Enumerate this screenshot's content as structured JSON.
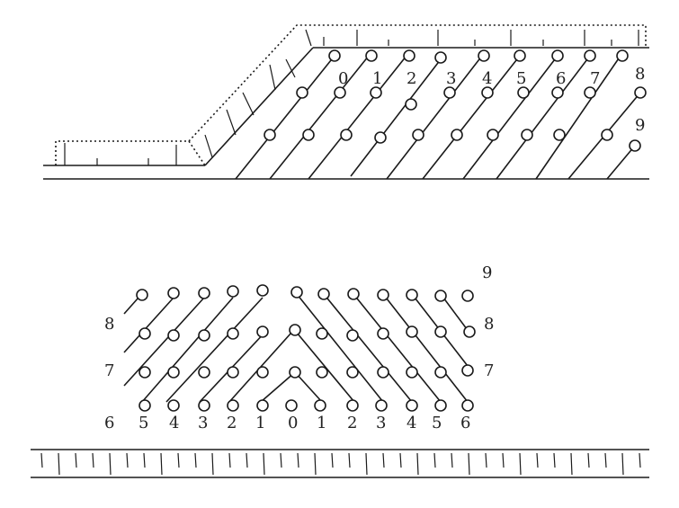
{
  "top_diagram": {
    "row_labels": [
      "0",
      "1",
      "2",
      "3",
      "4",
      "5",
      "6",
      "7",
      "8",
      "9"
    ]
  },
  "bottom_diagram": {
    "bottom_labels": [
      "6",
      "5",
      "4",
      "3",
      "2",
      "1",
      "0",
      "1",
      "2",
      "3",
      "4",
      "5",
      "6"
    ],
    "side_labels": [
      "7",
      "8",
      "8",
      "7",
      "9"
    ]
  }
}
